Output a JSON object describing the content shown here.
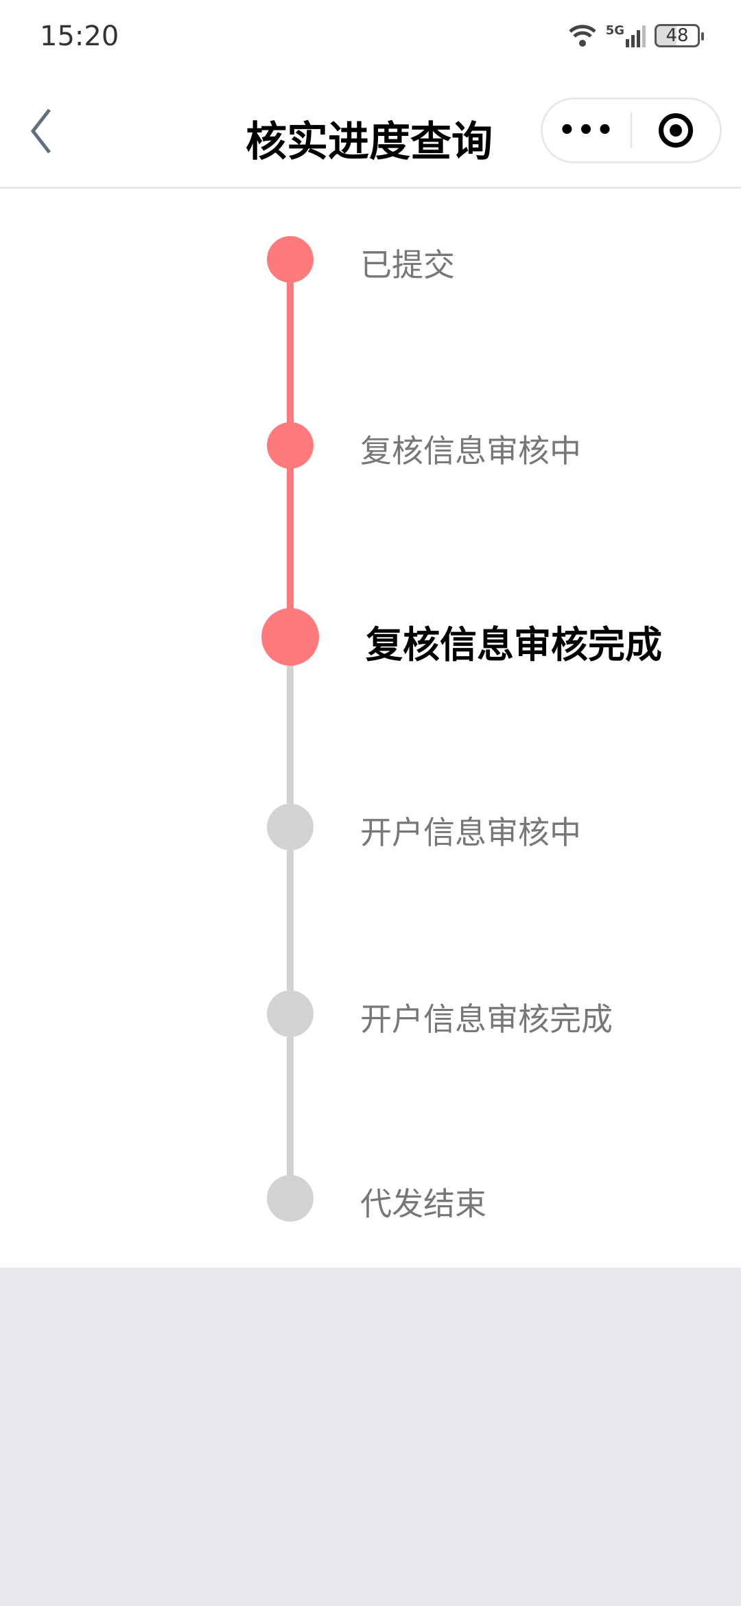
{
  "status_bar": {
    "time": "15:20",
    "network": "5G",
    "battery": "48"
  },
  "nav": {
    "title": "核实进度查询",
    "more_icon": "more-dots-icon",
    "target_icon": "target-icon"
  },
  "colors": {
    "done": "#ff7b7b",
    "pending": "#d2d2d2",
    "background": "#e9e8ef"
  },
  "steps": [
    {
      "label": "已提交",
      "state": "done"
    },
    {
      "label": "复核信息审核中",
      "state": "done"
    },
    {
      "label": "复核信息审核完成",
      "state": "current"
    },
    {
      "label": "开户信息审核中",
      "state": "pending"
    },
    {
      "label": "开户信息审核完成",
      "state": "pending"
    },
    {
      "label": "代发结束",
      "state": "pending"
    }
  ]
}
